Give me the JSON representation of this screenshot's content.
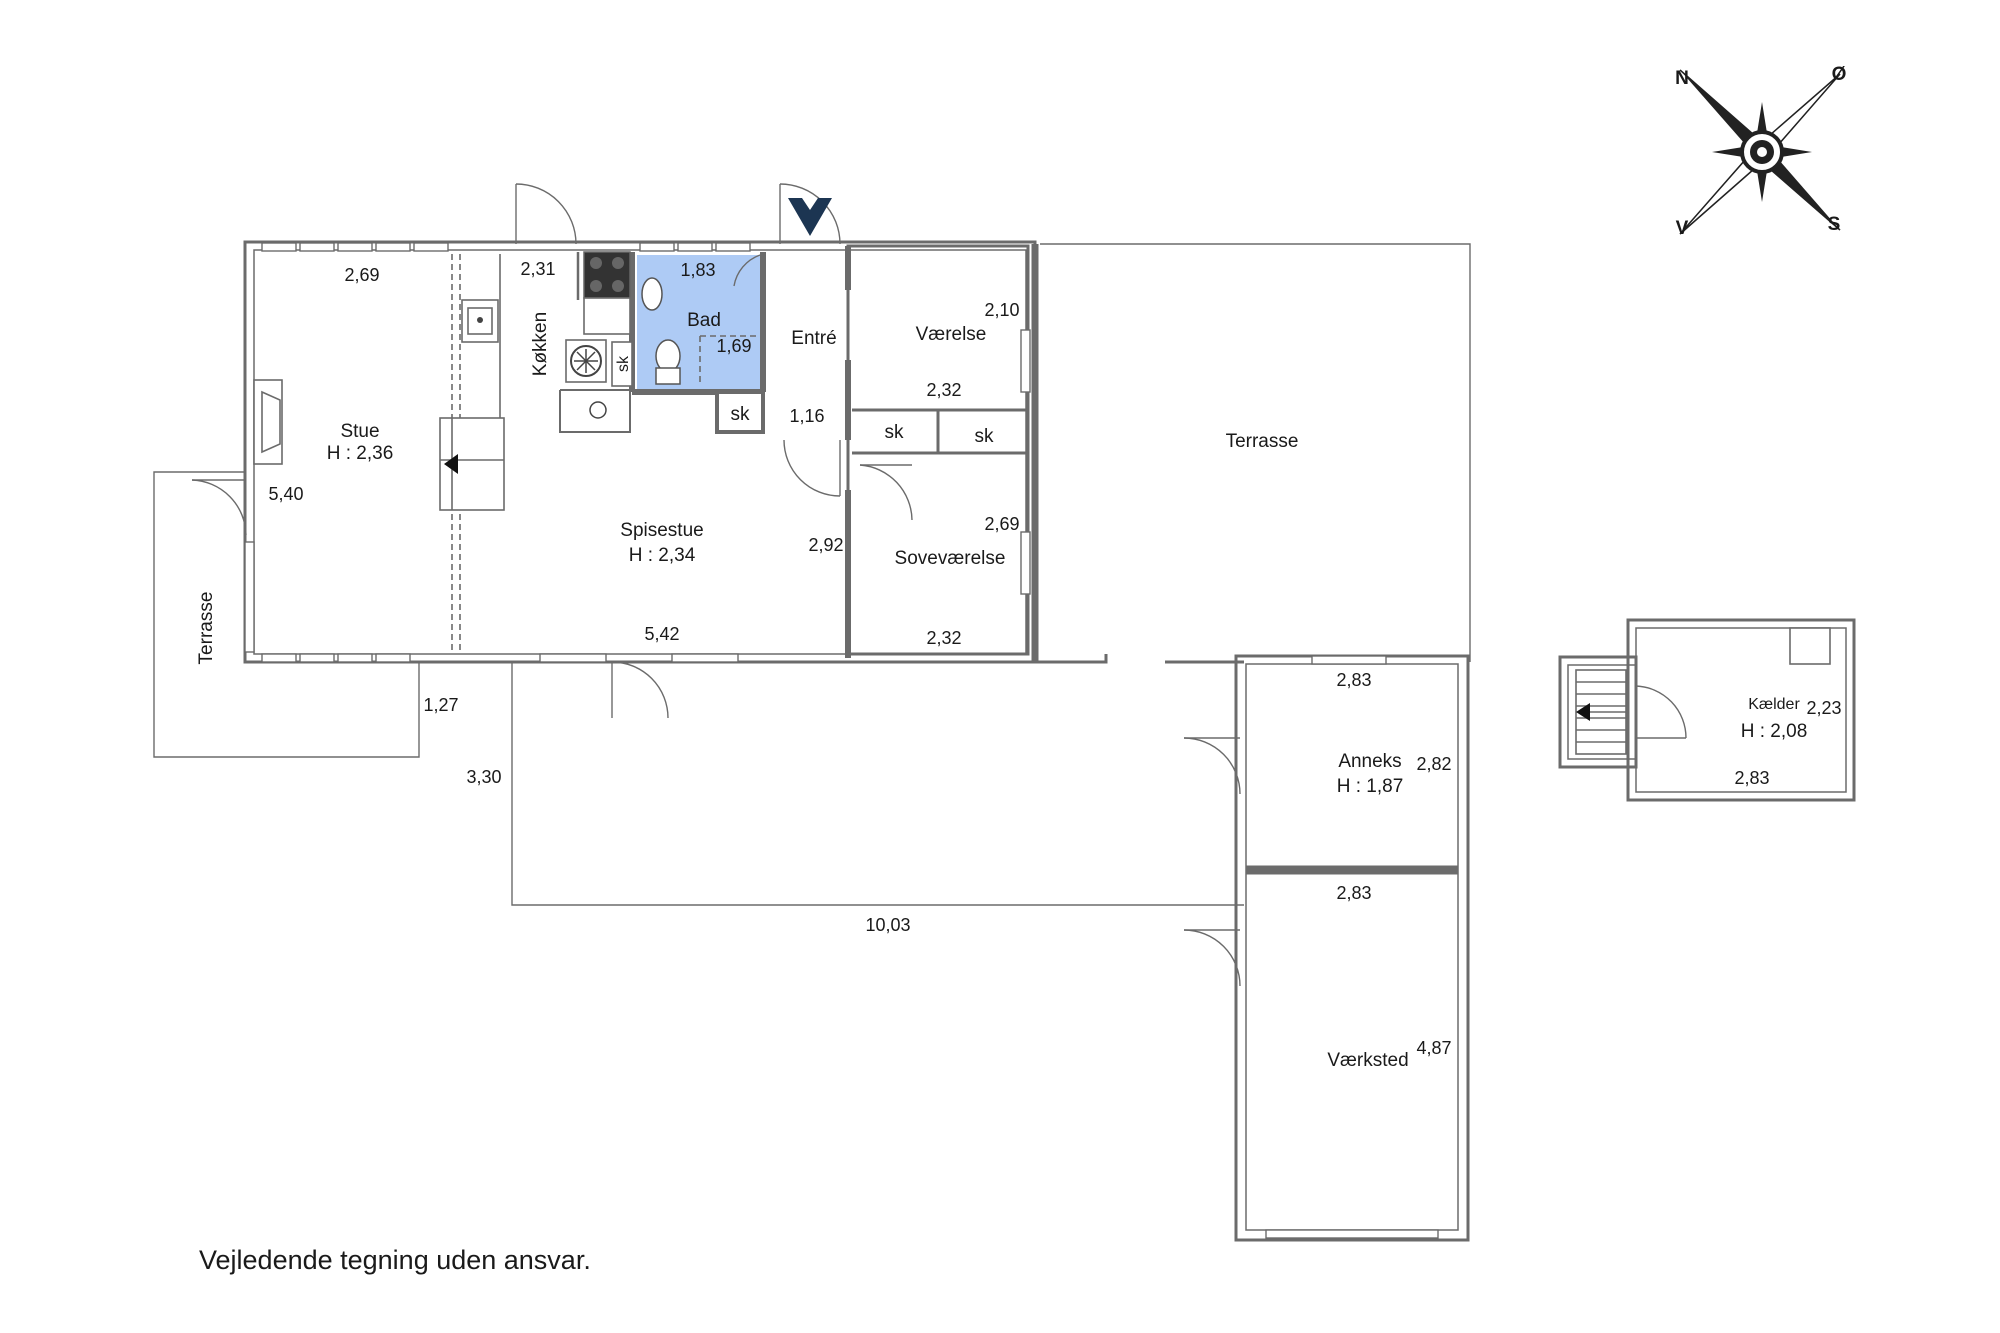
{
  "rooms": {
    "stue": {
      "name": "Stue",
      "height": "H : 2,36"
    },
    "spisestue": {
      "name": "Spisestue",
      "height": "H : 2,34"
    },
    "kokken": {
      "name": "Køkken"
    },
    "bad": {
      "name": "Bad"
    },
    "entre": {
      "name": "Entré"
    },
    "vaerelse": {
      "name": "Værelse"
    },
    "sovevaerelse": {
      "name": "Soveværelse"
    },
    "terrasse_east": {
      "name": "Terrasse"
    },
    "terrasse_west": {
      "name": "Terrasse"
    },
    "anneks": {
      "name": "Anneks",
      "height": "H : 1,87"
    },
    "vaerksted": {
      "name": "Værksted"
    },
    "kaelder": {
      "name": "Kælder",
      "height": "H : 2,08"
    }
  },
  "closets": {
    "label": "sk"
  },
  "dimensions": {
    "stue_width": "2,69",
    "stue_length": "5,40",
    "kokken_width": "2,31",
    "bad_width": "1,83",
    "bad_depth": "1,69",
    "entre_width": "1,16",
    "vaerelse_depth": "2,10",
    "vaerelse_width": "2,32",
    "sovevaerelse_depth": "2,69",
    "sovevaerelse_width": "2,32",
    "spisestue_depth": "2,92",
    "spisestue_width": "5,42",
    "terrasse_west_depth": "1,27",
    "court_depth": "3,30",
    "court_width": "10,03",
    "anneks_width": "2,83",
    "anneks_depth": "2,82",
    "vaerksted_width": "2,83",
    "vaerksted_depth": "4,87",
    "kaelder_width": "2,83",
    "kaelder_depth": "2,23"
  },
  "compass": {
    "north": "N",
    "east": "Ø",
    "south": "S",
    "west": "V"
  },
  "disclaimer": "Vejledende tegning uden ansvar.",
  "colors": {
    "bathroom": "#aecbf5",
    "walls": "#6b6b6b",
    "entrance_marker": "#1c3552"
  }
}
